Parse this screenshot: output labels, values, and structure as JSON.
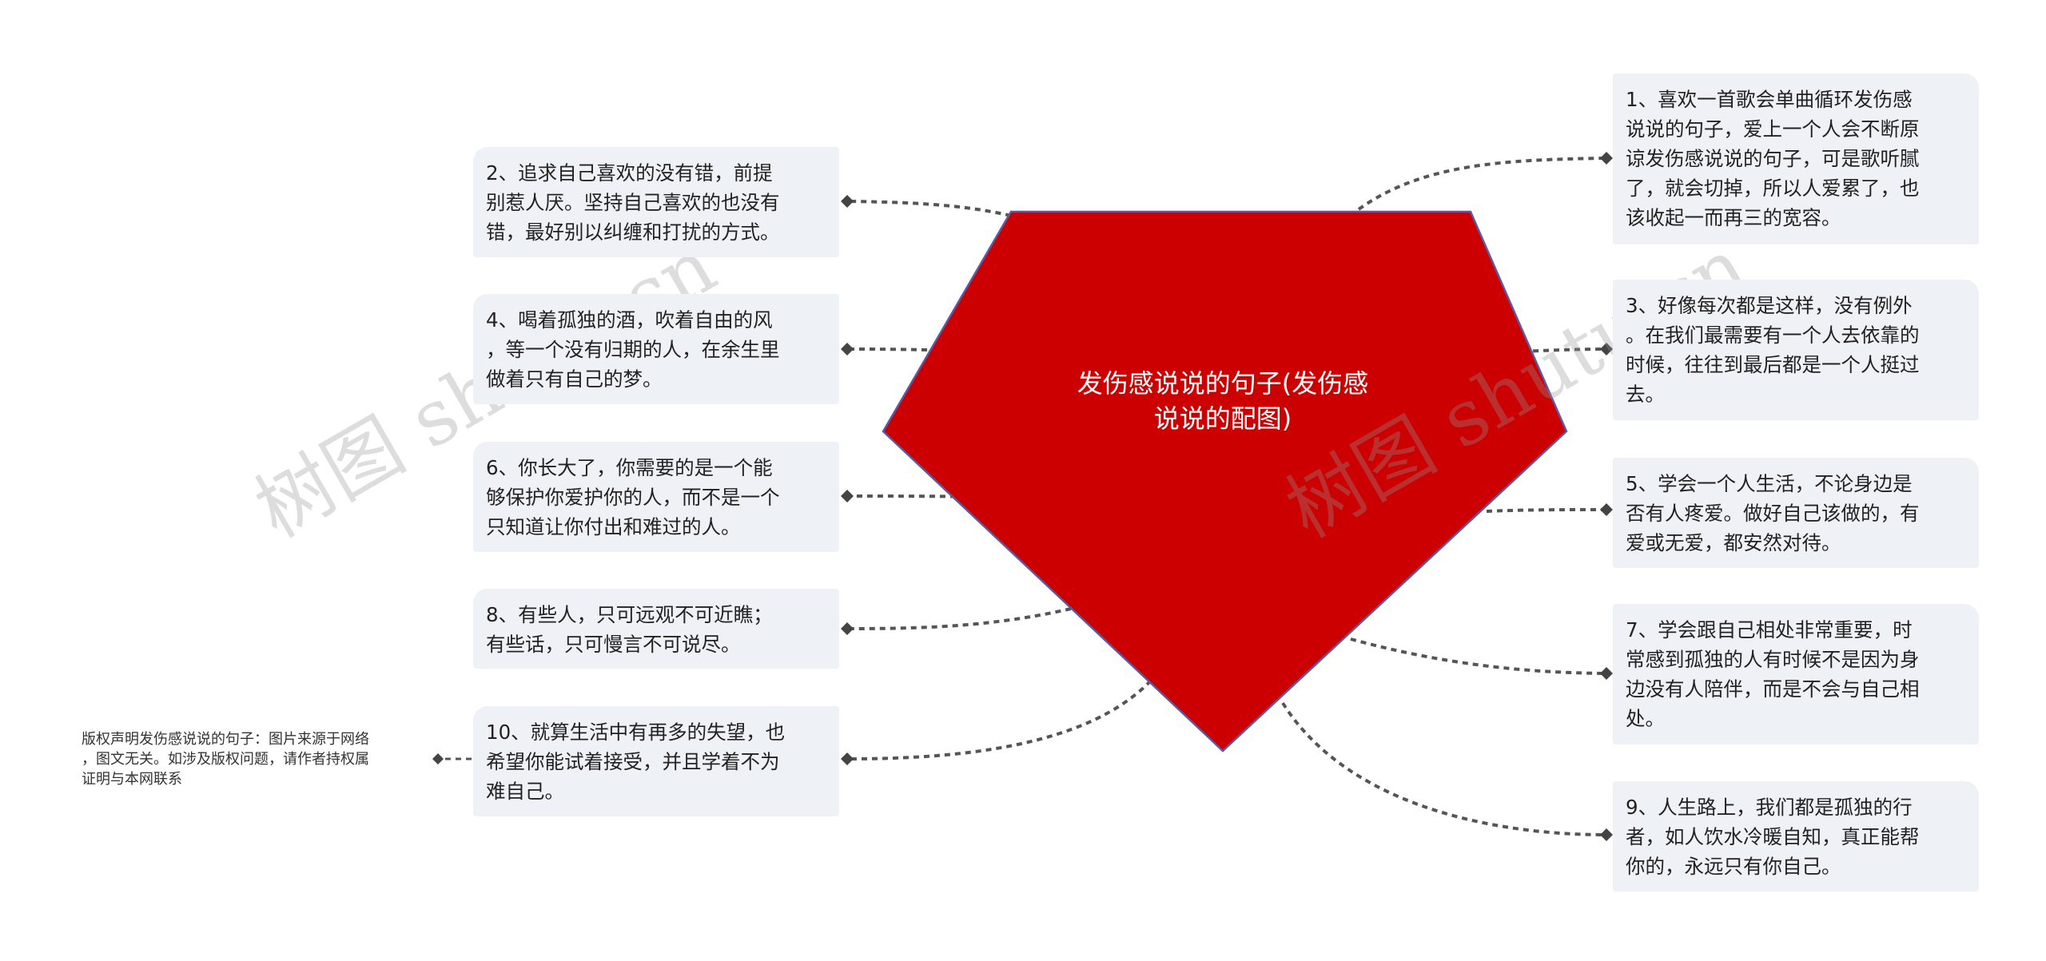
{
  "center": {
    "title": "发伤感说说的句子(发伤感\n说说的配图)"
  },
  "nodes": {
    "n1": "1、喜欢一首歌会单曲循环发伤感\n说说的句子，爱上一个人会不断原\n谅发伤感说说的句子，可是歌听腻\n了，就会切掉，所以人爱累了，也\n该收起一而再三的宽容。",
    "n2": "2、追求自己喜欢的没有错，前提\n别惹人厌。坚持自己喜欢的也没有\n错，最好别以纠缠和打扰的方式。",
    "n3": "3、好像每次都是这样，没有例外\n。在我们最需要有一个人去依靠的\n时候，往往到最后都是一个人挺过\n去。",
    "n4": "4、喝着孤独的酒，吹着自由的风\n，等一个没有归期的人，在余生里\n做着只有自己的梦。",
    "n5": "5、学会一个人生活，不论身边是\n否有人疼爱。做好自己该做的，有\n爱或无爱，都安然对待。",
    "n6": "6、你长大了，你需要的是一个能\n够保护你爱护你的人，而不是一个\n只知道让你付出和难过的人。",
    "n7": "7、学会跟自己相处非常重要，时\n常感到孤独的人有时候不是因为身\n边没有人陪伴，而是不会与自己相\n处。",
    "n8": "8、有些人，只可远观不可近瞧；\n有些话，只可慢言不可说尽。",
    "n9": "9、人生路上，我们都是孤独的行\n者，如人饮水冷暖自知，真正能帮\n你的，永远只有你自己。",
    "n10": "10、就算生活中有再多的失望，也\n希望你能试着接受，并且学着不为\n难自己。",
    "note": "版权声明发伤感说说的句子：图片来源于网络\n，图文无关。如涉及版权问题，请作者持权属\n证明与本网联系"
  },
  "watermark": {
    "left": "树图 shutu.cn",
    "right": "树图 shutu.cn"
  },
  "colors": {
    "center_fill": "#cc0000",
    "center_stroke": "#5a5aa0",
    "node_bg": "#eef1f5",
    "link": "#555555"
  }
}
